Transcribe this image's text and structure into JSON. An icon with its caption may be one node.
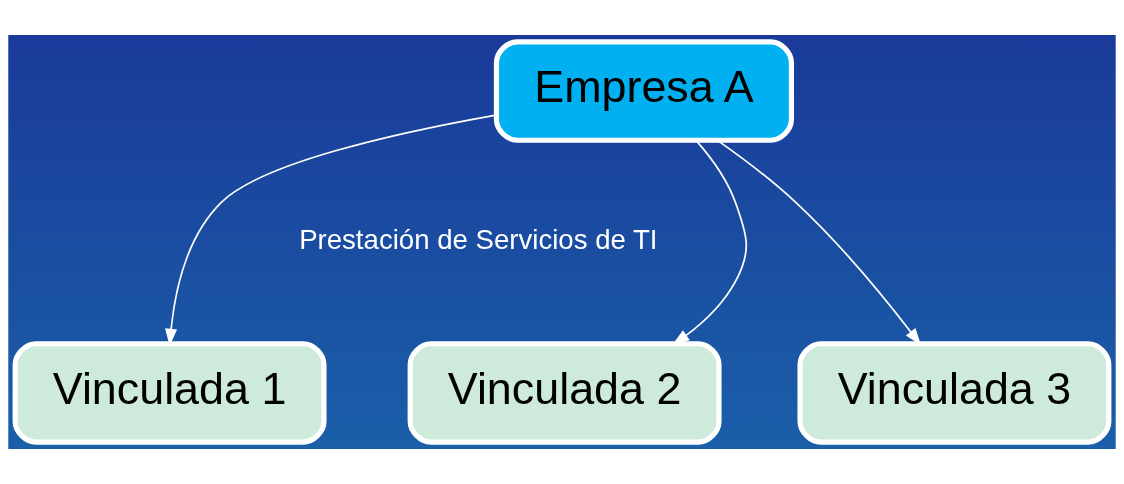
{
  "diagram": {
    "nodes": [
      {
        "text": [
          "Empresa A"
        ]
      },
      {
        "text": [
          "Vinculada 1"
        ]
      },
      {
        "text": [
          "Vinculada 2"
        ]
      },
      {
        "text": [
          "Vinculada 3"
        ]
      }
    ],
    "edges": [
      {
        "from": 0,
        "to": 1,
        "arrow": "to"
      },
      {
        "from": 0,
        "to": 2,
        "arrow": "to"
      },
      {
        "from": 0,
        "to": 3,
        "arrow": "to"
      }
    ],
    "labels": [
      "Prestación de Servicios de TI"
    ]
  }
}
